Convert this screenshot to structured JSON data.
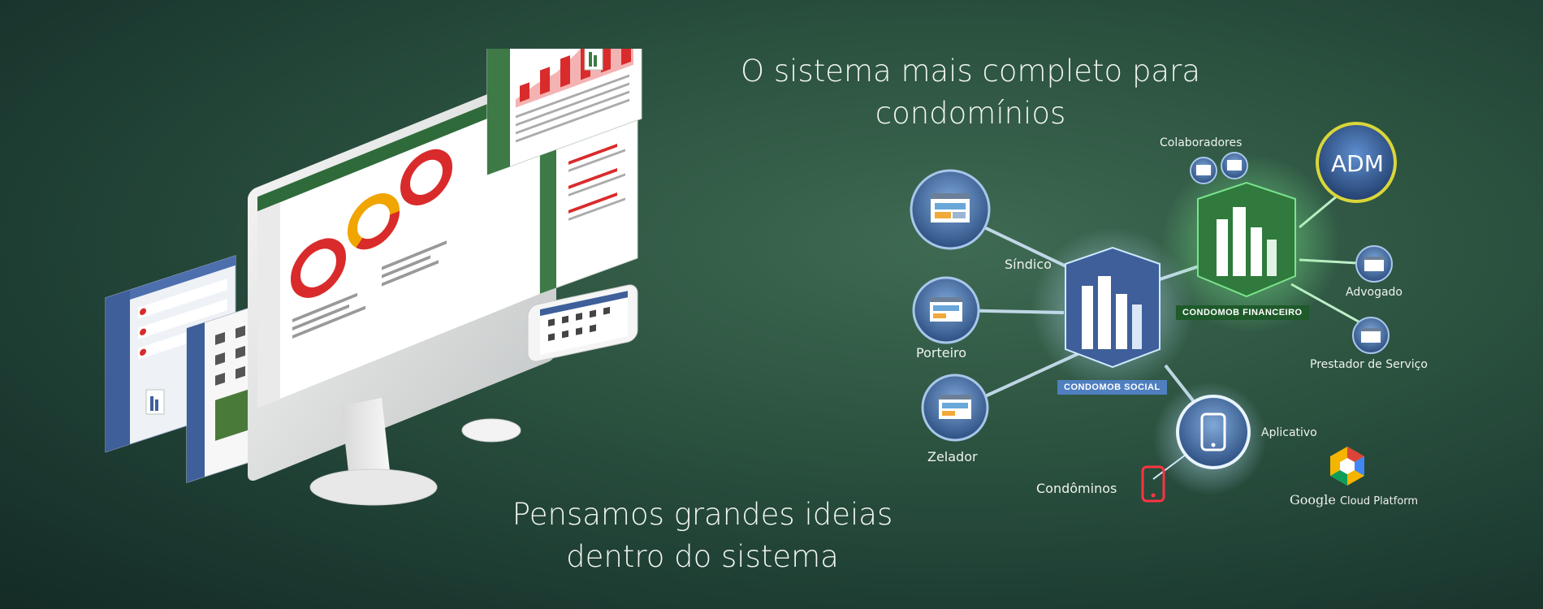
{
  "headlines": {
    "top": "O sistema mais completo para condomínios",
    "bottom": "Pensamos grandes ideias dentro do sistema"
  },
  "diagram": {
    "hubs": {
      "social": "CONDOMOB SOCIAL",
      "financeiro": "CONDOMOB FINANCEIRO"
    },
    "nodes": {
      "sindico": "Síndico",
      "porteiro": "Porteiro",
      "zelador": "Zelador",
      "colaboradores": "Colaboradores",
      "adm": "ADM",
      "advogado": "Advogado",
      "prestador": "Prestador de Serviço",
      "aplicativo": "Aplicativo",
      "condominos": "Condôminos"
    },
    "brand": {
      "google_word": "Google",
      "cloud_word": "Cloud Platform"
    }
  },
  "colors": {
    "accent_green": "#2f7a3c",
    "accent_blue": "#4f7fbf",
    "glow_green": "#5fe07a",
    "glow_blue": "#9fd3ff",
    "chart_red": "#d92b2b",
    "phone_red": "#ff3344",
    "adm_ring": "#d9d63a"
  }
}
